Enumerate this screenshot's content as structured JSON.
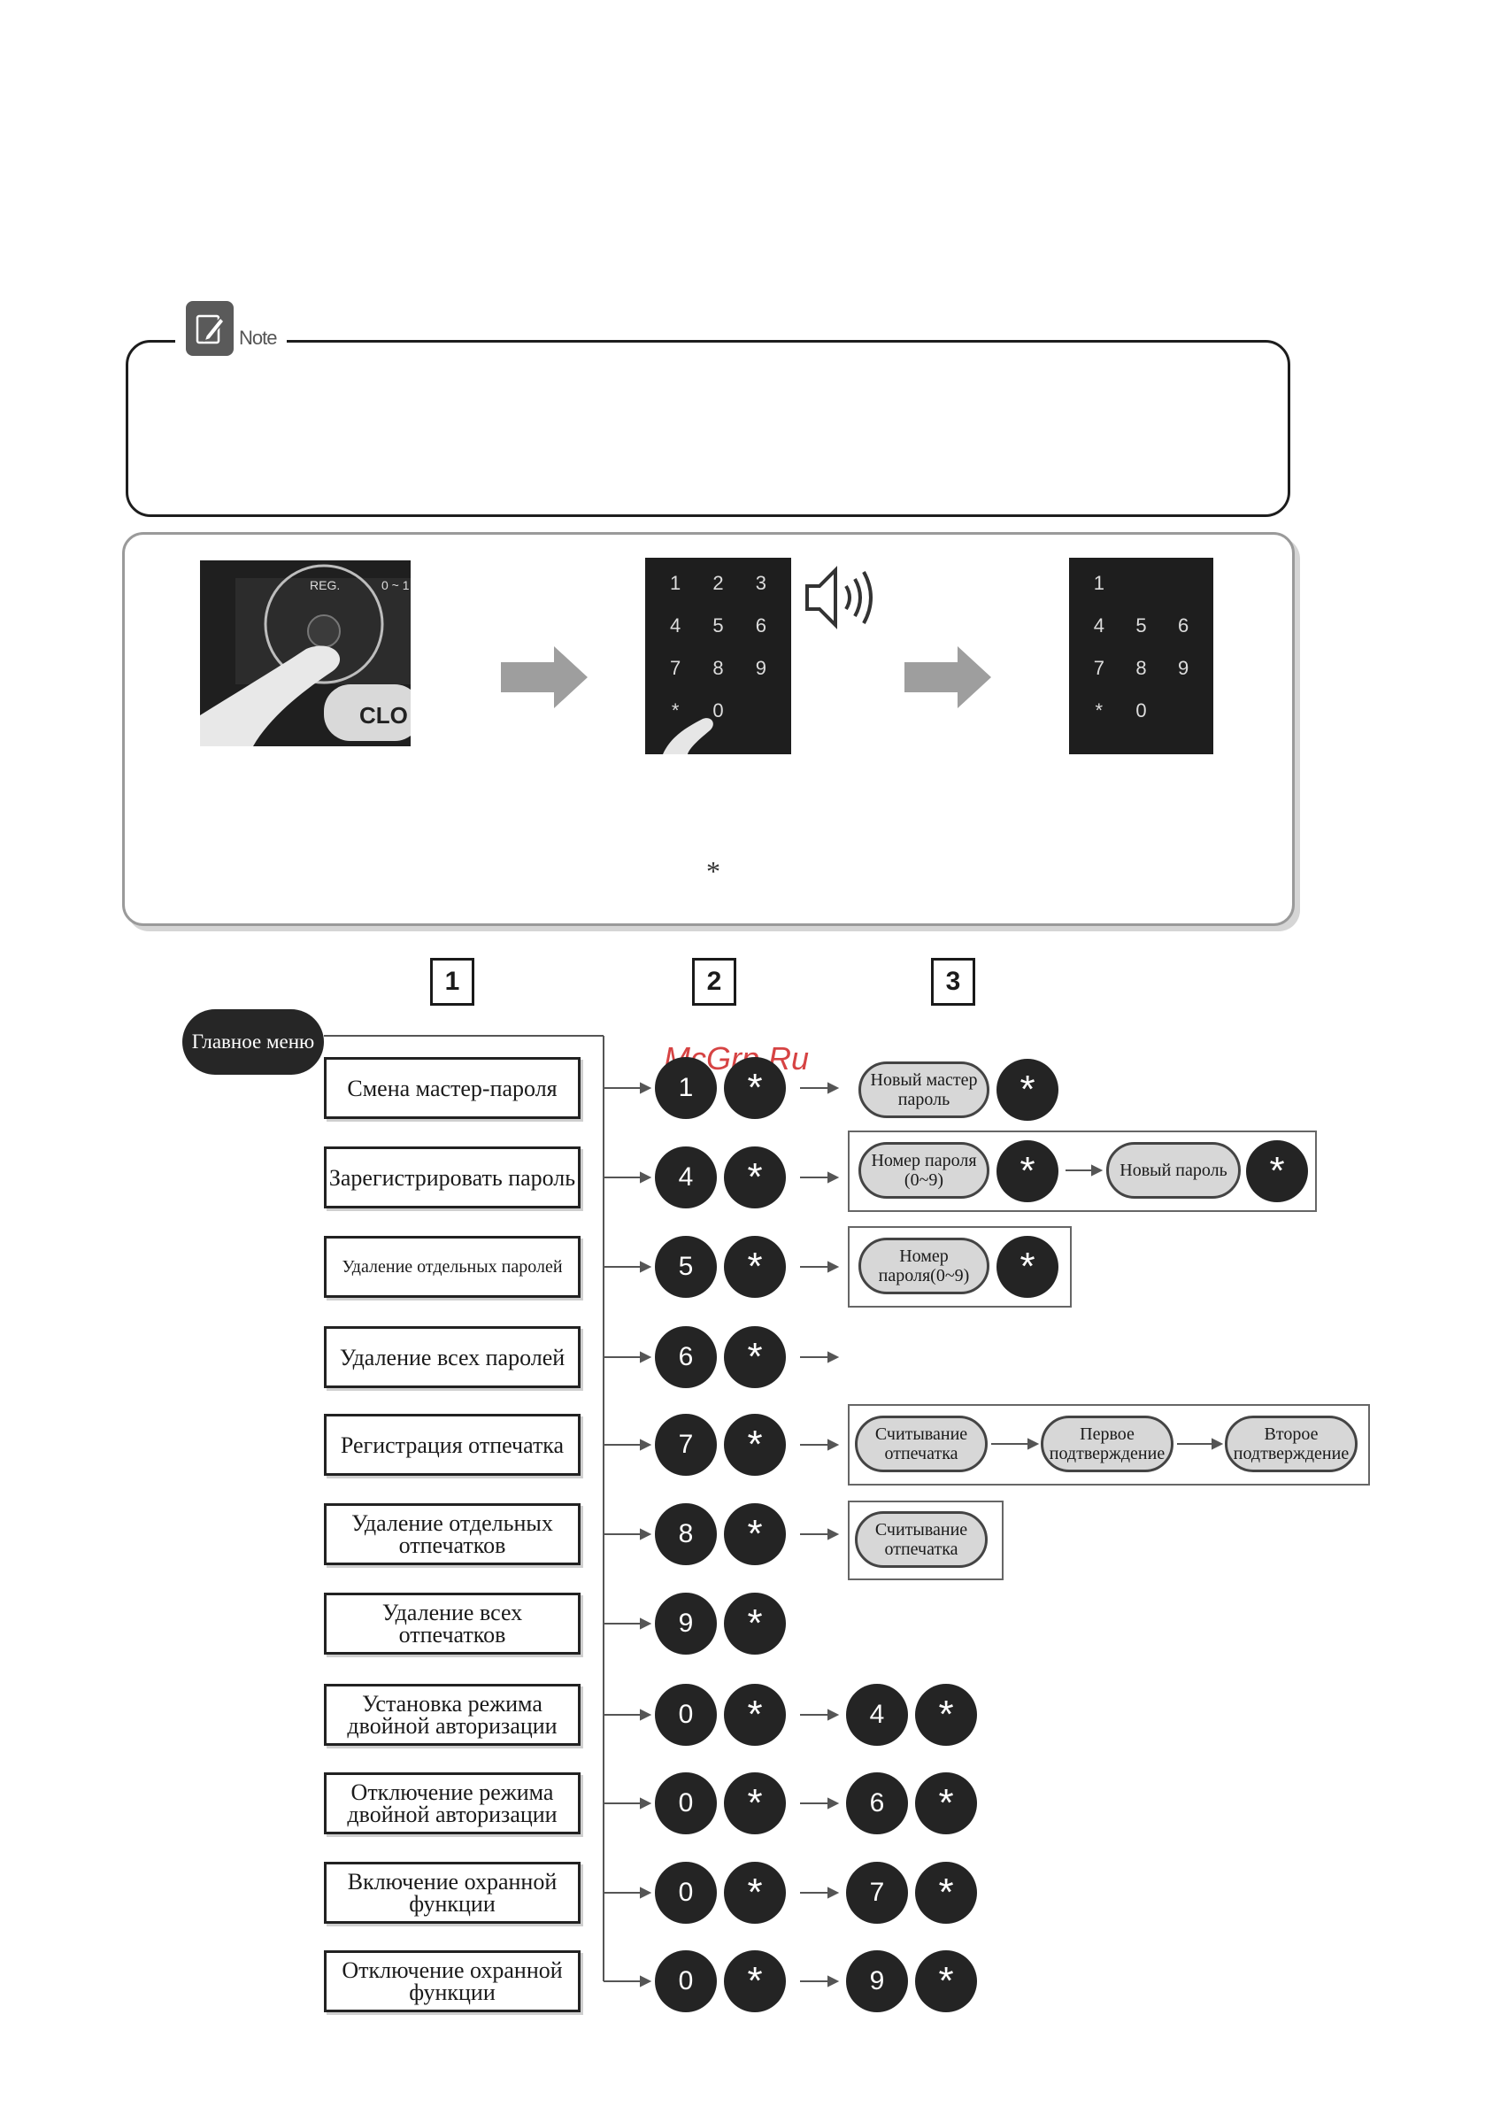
{
  "note": {
    "label": "Note"
  },
  "panel": {
    "reg_label": "REG.",
    "reg_range": "0 ~ 1",
    "close_label": "CLO",
    "keypad1": [
      "1",
      "2",
      "3",
      "4",
      "5",
      "6",
      "7",
      "8",
      "9",
      "*",
      "0",
      ""
    ],
    "keypad2": [
      "1",
      "",
      "",
      "4",
      "5",
      "6",
      "7",
      "8",
      "9",
      "*",
      "0",
      ""
    ],
    "asterisk": "*"
  },
  "steps": [
    "1",
    "2",
    "3"
  ],
  "main_menu": "Главное меню",
  "watermark": "McGrp.Ru",
  "rows": [
    {
      "label": "Смена мастер-пароля",
      "keys": [
        "1",
        "*"
      ]
    },
    {
      "label": "Зарегистрировать пароль",
      "keys": [
        "4",
        "*"
      ]
    },
    {
      "label": "Удаление отдельных паролей",
      "keys": [
        "5",
        "*"
      ]
    },
    {
      "label": "Удаление всех паролей",
      "keys": [
        "6",
        "*"
      ]
    },
    {
      "label": "Регистрация отпечатка",
      "keys": [
        "7",
        "*"
      ]
    },
    {
      "label": "Удаление отдельных отпечатков",
      "keys": [
        "8",
        "*"
      ]
    },
    {
      "label": "Удаление всех отпечатков",
      "keys": [
        "9",
        "*"
      ]
    },
    {
      "label": "Установка режима двойной авторизации",
      "keys": [
        "0",
        "*"
      ],
      "next": [
        "4",
        "*"
      ]
    },
    {
      "label": "Отключение режима двойной авторизации",
      "keys": [
        "0",
        "*"
      ],
      "next": [
        "6",
        "*"
      ]
    },
    {
      "label": "Включение охранной функции",
      "keys": [
        "0",
        "*"
      ],
      "next": [
        "7",
        "*"
      ]
    },
    {
      "label": "Отключение охранной функции",
      "keys": [
        "0",
        "*"
      ],
      "next": [
        "9",
        "*"
      ]
    }
  ],
  "step3": {
    "new_master": "Новый мастер пароль",
    "pw_number": "Номер пароля (0~9)",
    "new_password": "Новый пароль",
    "pw_number2": "Номер пароля(0~9)",
    "fp_read": "Считывание отпечатка",
    "first_confirm": "Первое подтверждение",
    "second_confirm": "Второе подтверждение",
    "fp_read2": "Считывание отпечатка"
  }
}
